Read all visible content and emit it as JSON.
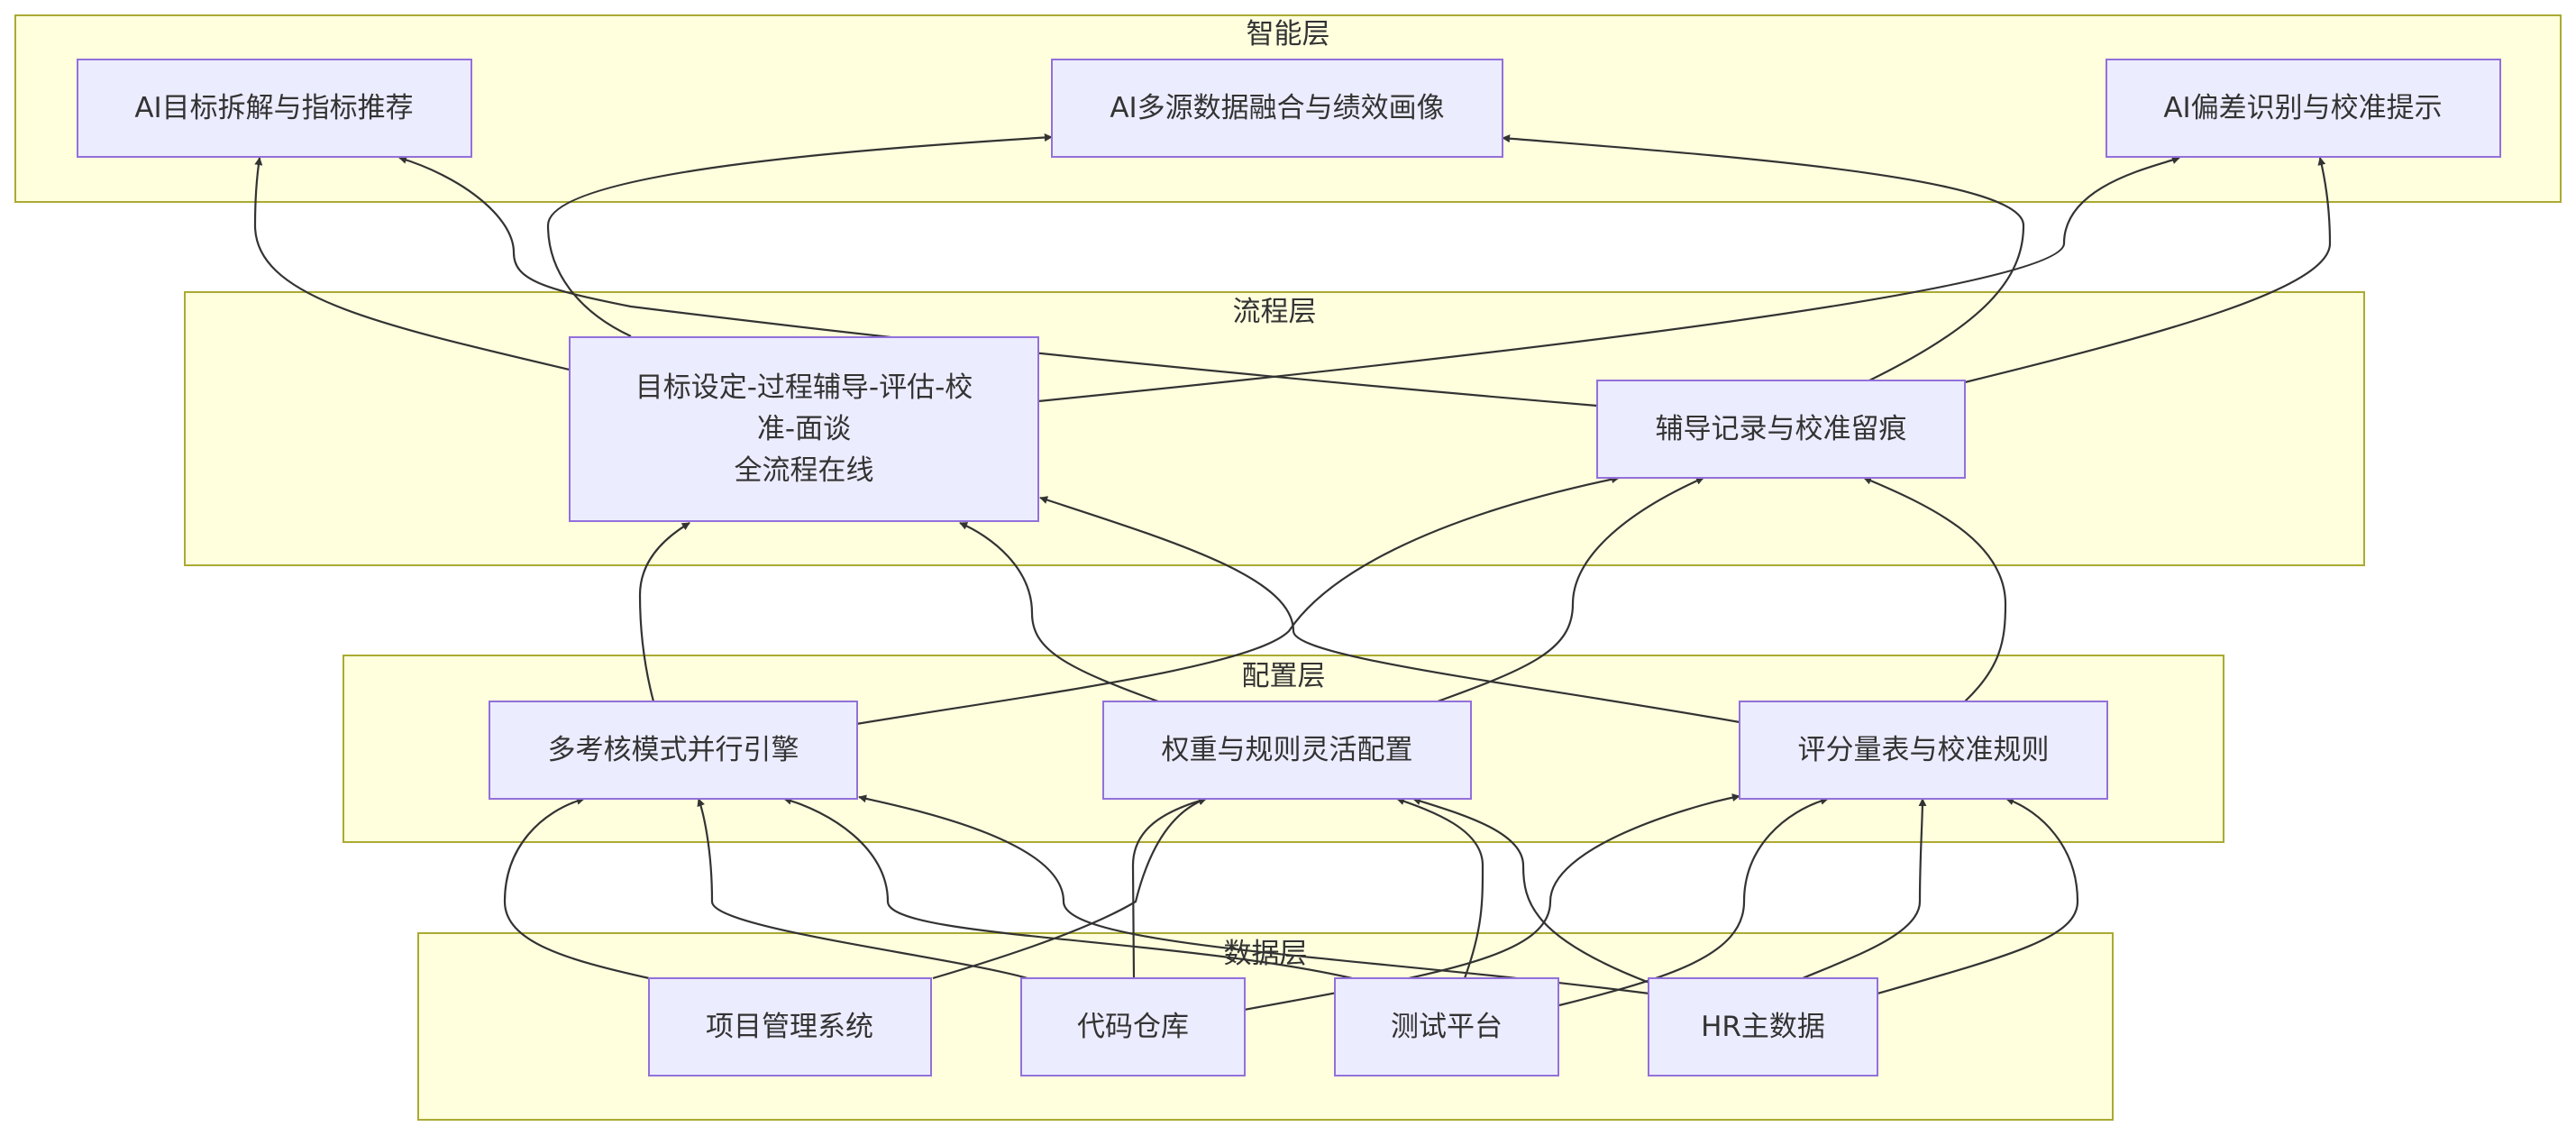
{
  "layers": {
    "intel": {
      "title": "智能层"
    },
    "process": {
      "title": "流程层"
    },
    "config": {
      "title": "配置层"
    },
    "data": {
      "title": "数据层"
    }
  },
  "nodes": {
    "ai_goal": {
      "label": "AI目标拆解与指标推荐"
    },
    "ai_fusion": {
      "label": "AI多源数据融合与绩效画像"
    },
    "ai_bias": {
      "label": "AI偏差识别与校准提示"
    },
    "fullflow": {
      "lines": [
        "目标设定-过程辅导-评估-校",
        "准-面谈",
        "全流程在线"
      ]
    },
    "coaching": {
      "label": "辅导记录与校准留痕"
    },
    "multi_mode": {
      "label": "多考核模式并行引擎"
    },
    "weights": {
      "label": "权重与规则灵活配置"
    },
    "scales": {
      "label": "评分量表与校准规则"
    },
    "pm_system": {
      "label": "项目管理系统"
    },
    "code_repo": {
      "label": "代码仓库"
    },
    "test_platform": {
      "label": "测试平台"
    },
    "hr_master": {
      "label": "HR主数据"
    }
  }
}
